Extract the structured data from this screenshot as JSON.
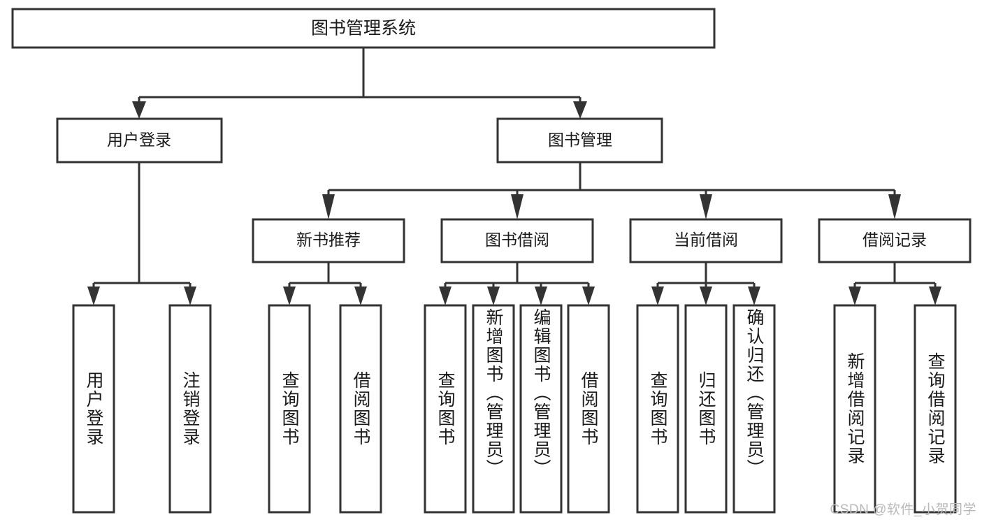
{
  "diagram": {
    "type": "tree-hierarchy",
    "title": "图书管理系统",
    "root": {
      "id": "root",
      "label": "图书管理系统",
      "orientation": "horizontal"
    },
    "level2": [
      {
        "id": "user-login",
        "label": "用户登录",
        "orientation": "horizontal"
      },
      {
        "id": "book-manage",
        "label": "图书管理",
        "orientation": "horizontal"
      }
    ],
    "level3": [
      {
        "id": "new-book-recommend",
        "label": "新书推荐",
        "orientation": "horizontal",
        "parent": "book-manage"
      },
      {
        "id": "book-borrow",
        "label": "图书借阅",
        "orientation": "horizontal",
        "parent": "book-manage"
      },
      {
        "id": "current-borrow",
        "label": "当前借阅",
        "orientation": "horizontal",
        "parent": "book-manage"
      },
      {
        "id": "borrow-record",
        "label": "借阅记录",
        "orientation": "horizontal",
        "parent": "book-manage"
      }
    ],
    "leaves": [
      {
        "id": "leaf-user-login",
        "label": "用户登录",
        "parent": "user-login",
        "orientation": "vertical"
      },
      {
        "id": "leaf-logout-login",
        "label": "注销登录",
        "parent": "user-login",
        "orientation": "vertical"
      },
      {
        "id": "leaf-query-book-1",
        "label": "查询图书",
        "parent": "new-book-recommend",
        "orientation": "vertical"
      },
      {
        "id": "leaf-borrow-book-1",
        "label": "借阅图书",
        "parent": "new-book-recommend",
        "orientation": "vertical"
      },
      {
        "id": "leaf-query-book-2",
        "label": "查询图书",
        "parent": "book-borrow",
        "orientation": "vertical"
      },
      {
        "id": "leaf-add-book",
        "label": "新增图书（管理员）",
        "parent": "book-borrow",
        "orientation": "vertical"
      },
      {
        "id": "leaf-edit-book",
        "label": "编辑图书（管理员）",
        "parent": "book-borrow",
        "orientation": "vertical"
      },
      {
        "id": "leaf-borrow-book-2",
        "label": "借阅图书",
        "parent": "book-borrow",
        "orientation": "vertical"
      },
      {
        "id": "leaf-query-book-3",
        "label": "查询图书",
        "parent": "current-borrow",
        "orientation": "vertical"
      },
      {
        "id": "leaf-return-book",
        "label": "归还图书",
        "parent": "current-borrow",
        "orientation": "vertical"
      },
      {
        "id": "leaf-confirm-return",
        "label": "确认归还（管理员）",
        "parent": "current-borrow",
        "orientation": "vertical"
      },
      {
        "id": "leaf-add-record",
        "label": "新增借阅记录",
        "parent": "borrow-record",
        "orientation": "vertical"
      },
      {
        "id": "leaf-query-record",
        "label": "查询借阅记录",
        "parent": "borrow-record",
        "orientation": "vertical"
      }
    ],
    "colors": {
      "box_stroke": "#333333",
      "box_fill": "#ffffff",
      "text": "#1a1a1a",
      "connector": "#333333",
      "watermark": "#b8b8b8",
      "background": "#ffffff"
    }
  },
  "watermark": {
    "text": "CSDN @软件_小贺同学"
  }
}
